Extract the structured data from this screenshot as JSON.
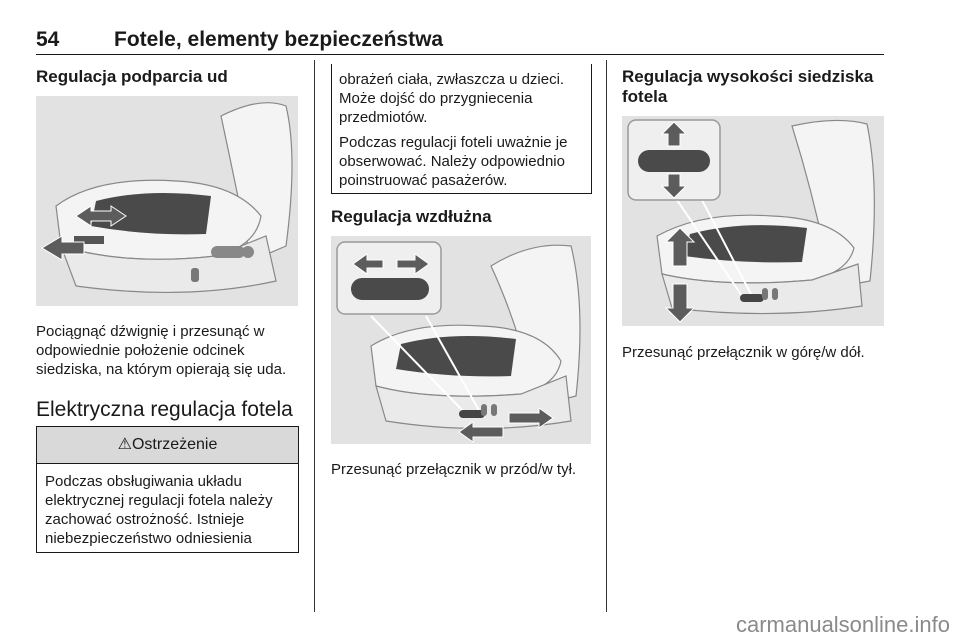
{
  "header": {
    "page_number": "54",
    "title": "Fotele, elementy bezpieczeństwa"
  },
  "col1": {
    "heading": "Regulacja podparcia ud",
    "caption": "Pociągnąć dźwignię i przesunąć w odpowiednie położenie odcinek siedziska, na którym opierają się uda.",
    "section_title": "Elektryczna regulacja fotela",
    "warning": {
      "symbol": "⚠",
      "label": "Ostrzeżenie",
      "text": "Podczas obsługiwania układu elektrycznej regulacji fotela należy zachować ostrożność. Istnieje niebezpieczeństwo odniesienia"
    }
  },
  "col2": {
    "warning_cont_p1": "obrażeń ciała, zwłaszcza u dzieci. Może dojść do przygniecenia przedmiotów.",
    "warning_cont_p2": "Podczas regulacji foteli uważnie je obserwować. Należy odpowiednio poinstruować pasażerów.",
    "heading": "Regulacja wzdłużna",
    "caption": "Przesunąć przełącznik w przód/w tył."
  },
  "col3": {
    "heading": "Regulacja wysokości siedziska fotela",
    "caption": "Przesunąć przełącznik w górę/w dół."
  },
  "watermark": "carmanualsonline.info",
  "colors": {
    "figure_bg": "#e2e2e2",
    "seat_light": "#f4f4f4",
    "seat_dark": "#4a4a4a",
    "arrow": "#5c5c5c",
    "warning_bar": "#d9d9d9"
  }
}
